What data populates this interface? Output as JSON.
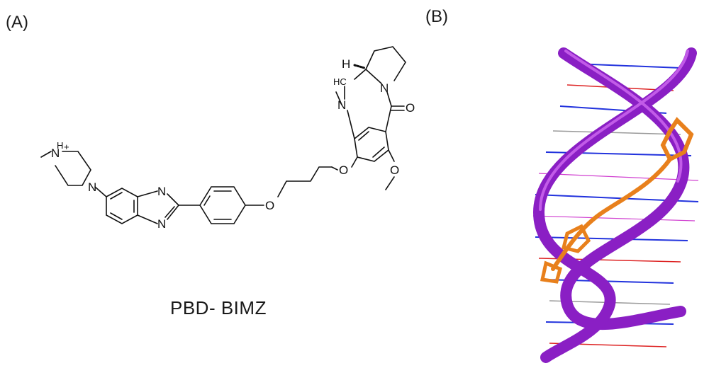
{
  "panels": {
    "a_label": "(A)",
    "b_label": "(B)"
  },
  "molecule": {
    "name": "PBD- BIMZ",
    "atoms": {
      "n_piperazine_1": "N",
      "n_piperazine_2": "N",
      "h_piperazine": "H",
      "plus_charge": "+",
      "n_bimz_1": "N",
      "n_bimz_2": "N",
      "o_ether_1": "O",
      "o_ether_2": "O",
      "o_methoxy": "O",
      "n_pbd_imine": "N",
      "n_pbd_amide": "N",
      "o_carbonyl": "O",
      "hc_label": "HC",
      "h_stereo": "H"
    }
  },
  "colors": {
    "dna_backbone": "#8a1fc4",
    "dna_highlight": "#c25be8",
    "ligand": "#e8801c",
    "base_blue": "#2233dd",
    "base_red": "#dd2222",
    "base_grey": "#9a9a9a",
    "hbond_magenta": "#d040d0"
  }
}
